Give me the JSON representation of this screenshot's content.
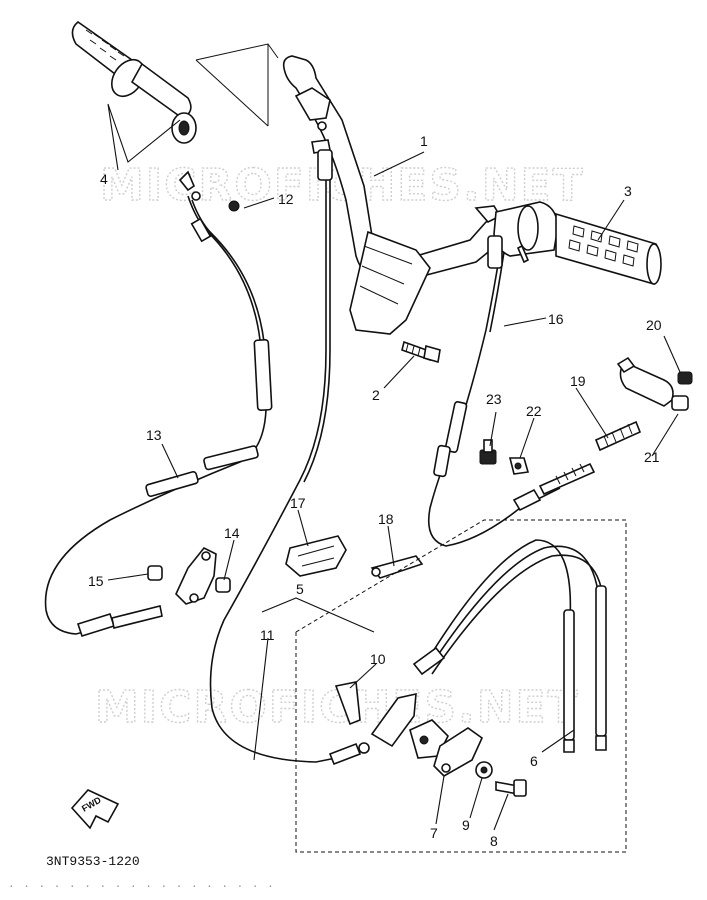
{
  "watermark": "MICROFICHES.NET",
  "drawing_code": "3NT9353-1220",
  "fwd_label": "FWD",
  "footer_noise": "· · · · · · · · · · · · · · · · · ·",
  "callouts": [
    {
      "id": "1",
      "text": "1"
    },
    {
      "id": "2",
      "text": "2"
    },
    {
      "id": "3",
      "text": "3"
    },
    {
      "id": "4",
      "text": "4"
    },
    {
      "id": "5",
      "text": "5"
    },
    {
      "id": "6",
      "text": "6"
    },
    {
      "id": "7",
      "text": "7"
    },
    {
      "id": "8",
      "text": "8"
    },
    {
      "id": "9",
      "text": "9"
    },
    {
      "id": "10",
      "text": "10"
    },
    {
      "id": "11",
      "text": "11"
    },
    {
      "id": "12",
      "text": "12"
    },
    {
      "id": "13",
      "text": "13"
    },
    {
      "id": "14",
      "text": "14"
    },
    {
      "id": "15",
      "text": "15"
    },
    {
      "id": "16",
      "text": "16"
    },
    {
      "id": "17",
      "text": "17"
    },
    {
      "id": "18",
      "text": "18"
    },
    {
      "id": "19",
      "text": "19"
    },
    {
      "id": "20",
      "text": "20"
    },
    {
      "id": "21",
      "text": "21"
    },
    {
      "id": "22",
      "text": "22"
    },
    {
      "id": "23",
      "text": "23"
    }
  ]
}
